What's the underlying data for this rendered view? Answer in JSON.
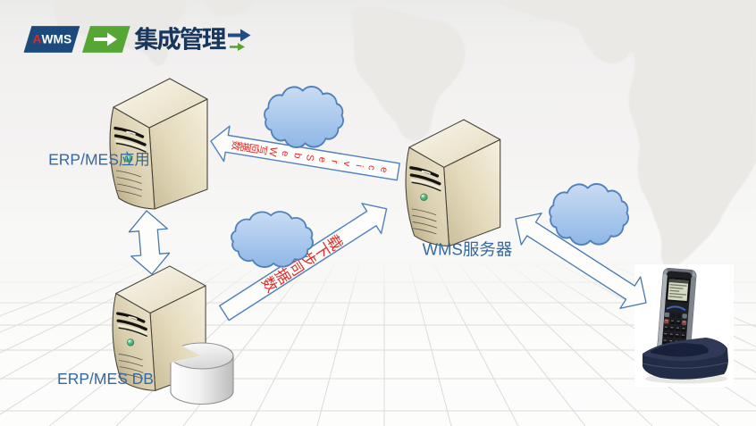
{
  "header": {
    "brand_initial": "A",
    "brand_rest": "WMS",
    "title": "集成管理"
  },
  "nodes": [
    {
      "id": "erp-mes-app",
      "label": "ERP/MES应用"
    },
    {
      "id": "erp-mes-db",
      "label": "ERP/MES DB"
    },
    {
      "id": "wms-server",
      "label": "WMS服务器"
    }
  ],
  "arrows": [
    {
      "id": "data-writeback",
      "label": "数据回写WebService"
    },
    {
      "id": "data-sync-download",
      "label": "数据同步下载"
    }
  ],
  "icons": [
    "server-icon",
    "database-cylinder-icon",
    "cloud-icon",
    "handheld-scanner-icon",
    "double-arrow-vertical-icon",
    "double-arrow-diagonal-icon",
    "block-arrow-left-icon",
    "block-arrow-up-right-icon",
    "logo-arrow-icon"
  ],
  "colors": {
    "title": "#17375e",
    "label_blue": "#35699f",
    "arrow_text_red": "#e02a2a",
    "logo_navy": "#1c4a7c",
    "logo_green": "#55a632",
    "shape_outline_blue": "#4f81bd",
    "cloud_fill": "#a9c7ea"
  }
}
